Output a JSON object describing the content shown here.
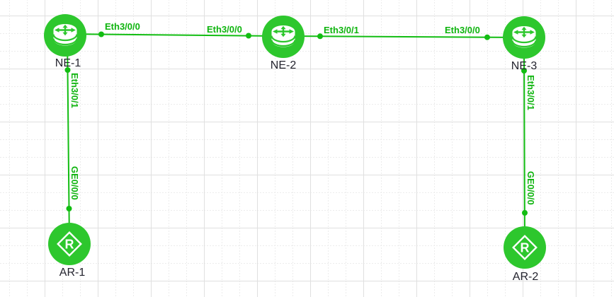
{
  "app": {
    "view": "network-topology-canvas"
  },
  "colors": {
    "node_green": "#2dc72d",
    "link_green": "#12bd12",
    "link_label_green": "#0db40d",
    "node_label_color": "#23232e",
    "grid_major": "#e0e0e0",
    "grid_minor": "#ececec",
    "icon_white": "#ffffff",
    "background": "#ffffff"
  },
  "diagram": {
    "nodes": [
      {
        "name": "NE-1",
        "device": "ne-router"
      },
      {
        "name": "NE-2",
        "device": "ne-router"
      },
      {
        "name": "NE-3",
        "device": "ne-router"
      },
      {
        "name": "AR-1",
        "device": "ar-router"
      },
      {
        "name": "AR-2",
        "device": "ar-router"
      }
    ],
    "links": [
      {
        "from": "NE-1",
        "to": "NE-2",
        "from_if": "Eth3/0/0",
        "to_if": "Eth3/0/0"
      },
      {
        "from": "NE-2",
        "to": "NE-3",
        "from_if": "Eth3/0/1",
        "to_if": "Eth3/0/0"
      },
      {
        "from": "NE-1",
        "to": "AR-1",
        "from_if": "Eth3/0/1",
        "to_if": "GE0/0/0"
      },
      {
        "from": "NE-3",
        "to": "AR-2",
        "from_if": "Eth3/0/1",
        "to_if": "GE0/0/0"
      }
    ]
  },
  "icons": {
    "ar_router_letter": "R"
  }
}
